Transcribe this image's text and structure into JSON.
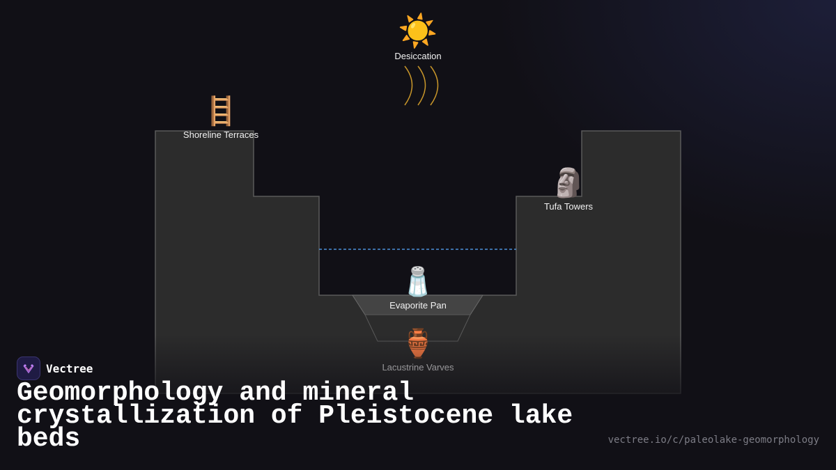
{
  "diagram": {
    "nodes": {
      "desiccation": {
        "label": "Desiccation",
        "icon": "sun-icon",
        "glyph": "☀️"
      },
      "shoreline_terraces": {
        "label": "Shoreline Terraces",
        "icon": "ladder-icon",
        "glyph": "🪜"
      },
      "tufa_towers": {
        "label": "Tufa Towers",
        "icon": "moai-icon",
        "glyph": "🗿"
      },
      "evaporite_pan": {
        "label": "Evaporite Pan",
        "icon": "salt-shaker-icon",
        "glyph": "🧂"
      },
      "lacustrine_varves": {
        "label": "Lacustrine Varves",
        "icon": "amphora-icon",
        "glyph": "🏺"
      }
    },
    "colors": {
      "basin_fill": "#2c2c2c",
      "basin_stroke": "#5a5a5a",
      "water_line": "#4a90d9",
      "heat_waves": "#c8962a",
      "pan_fill": "#444444"
    }
  },
  "brand": {
    "name": "Vectree",
    "icon": "vectree-logo-icon"
  },
  "title": "Geomorphology and mineral crystallization of Pleistocene lake beds",
  "source_url": "vectree.io/c/paleolake-geomorphology"
}
